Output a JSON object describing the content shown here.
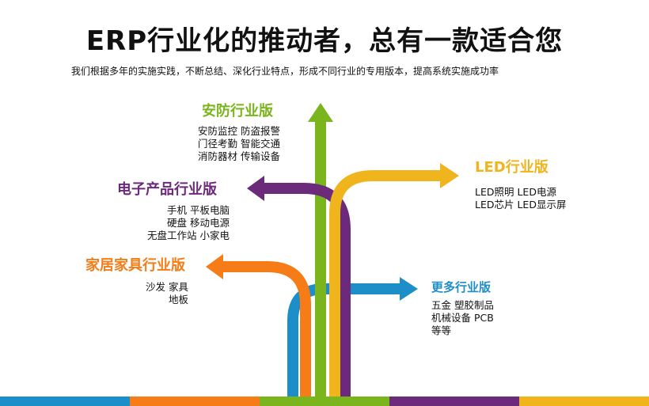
{
  "header": {
    "title": "ERP行业化的推动者，总有一款适合您",
    "subtitle": "我们根据多年的实施实践，不断总结、深化行业特点，形成不同行业的专用版本，提高系统实施成功率"
  },
  "colors": {
    "green": "#7ab51d",
    "purple": "#6c2a7b",
    "yellow": "#f0b41c",
    "orange": "#f57c17",
    "blue": "#1e8ec9"
  },
  "branches": {
    "security": {
      "title": "安防行业版",
      "items": [
        "安防监控  防盗报警",
        "门径考勤  智能交通",
        "消防器材  传输设备"
      ]
    },
    "electronics": {
      "title": "电子产品行业版",
      "items": [
        "手机  平板电脑",
        "硬盘  移动电源",
        "无盘工作站  小家电"
      ]
    },
    "furniture": {
      "title": "家居家具行业版",
      "items": [
        "沙发  家具",
        "地板"
      ]
    },
    "led": {
      "title": "LED行业版",
      "items": [
        "LED照明  LED电源",
        "LED芯片  LED显示屏"
      ]
    },
    "more": {
      "title": "更多行业版",
      "items": [
        "五金  塑胶制品",
        "机械设备  PCB",
        "等等"
      ]
    }
  },
  "footer_colors": [
    "#1e8ec9",
    "#f57c17",
    "#7ab51d",
    "#6c2a7b",
    "#f0b41c"
  ]
}
